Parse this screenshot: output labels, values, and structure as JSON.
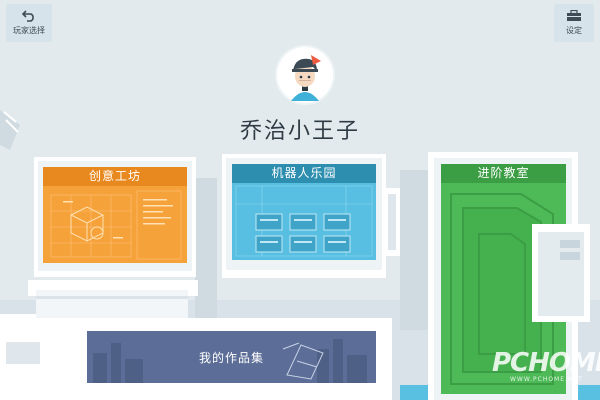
{
  "header": {
    "back_label": "玩家选择",
    "settings_label": "设定"
  },
  "profile": {
    "name": "乔治小王子"
  },
  "machines": {
    "creative": {
      "title": "创意工坊"
    },
    "robot": {
      "title": "机器人乐园"
    },
    "advanced": {
      "title": "进阶教室"
    }
  },
  "works": {
    "label": "我的作品集"
  },
  "watermark": {
    "brand": "PCHOME",
    "url": "WWW.PCHOME.NET"
  },
  "colors": {
    "background": "#e3eaee",
    "creative_panel": "#f6a23a",
    "robot_panel": "#58bfe3",
    "advanced_panel": "#4eba57",
    "works_banner": "#5c6e97"
  }
}
